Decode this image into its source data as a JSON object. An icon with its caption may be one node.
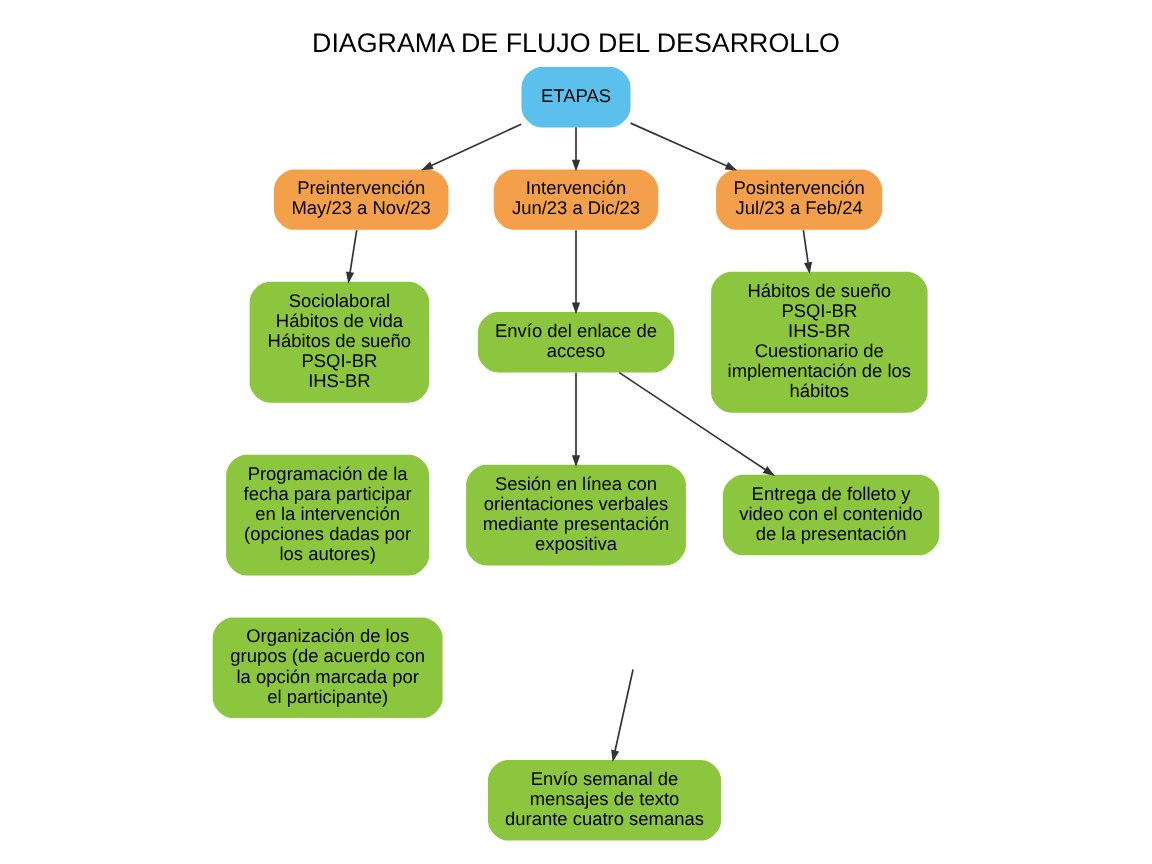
{
  "diagram": {
    "title": "DIAGRAMA DE FLUJO DEL DESARROLLO",
    "nodes": [
      {
        "text": [
          "ETAPAS"
        ]
      },
      {
        "text": [
          "Preintervención",
          "May/23 a Nov/23"
        ]
      },
      {
        "text": [
          "Intervención",
          "Jun/23 a Dic/23"
        ]
      },
      {
        "text": [
          "Posintervención",
          "Jul/23 a Feb/24"
        ]
      },
      {
        "text": [
          "Sociolaboral",
          "Hábitos de vida",
          "Hábitos de sueño",
          "PSQI-BR",
          "IHS-BR"
        ]
      },
      {
        "text": [
          "Envío del enlace de acceso"
        ]
      },
      {
        "text": [
          "Hábitos de sueño",
          "PSQI-BR",
          "IHS-BR",
          "Cuestionario de implementación de los hábitos"
        ]
      },
      {
        "text": [
          "Programación de la fecha para participar en la intervención (opciones dadas por los autores)"
        ]
      },
      {
        "text": [
          "Sesión en línea con orientaciones verbales mediante presentación expositiva"
        ]
      },
      {
        "text": [
          "Entrega de folleto y video con el contenido de la presentación"
        ]
      },
      {
        "text": [
          "Organización de los grupos (de acuerdo con la opción marcada por el participante)"
        ]
      },
      {
        "text": [
          "Envío semanal de mensajes de texto durante cuatro semanas"
        ]
      }
    ],
    "edges": [
      {
        "from": 0,
        "to": 1,
        "arrow": "to"
      },
      {
        "from": 0,
        "to": 2,
        "arrow": "to"
      },
      {
        "from": 0,
        "to": 3,
        "arrow": "to"
      },
      {
        "from": 1,
        "to": 4,
        "arrow": "to"
      },
      {
        "from": 2,
        "to": 5,
        "arrow": "to"
      },
      {
        "from": 3,
        "to": 6,
        "arrow": "to"
      },
      {
        "from": 5,
        "to": 8,
        "arrow": "to"
      },
      {
        "from": 5,
        "to": 9,
        "arrow": "to"
      },
      {
        "from": null,
        "to": 11,
        "arrow": "to"
      }
    ]
  }
}
